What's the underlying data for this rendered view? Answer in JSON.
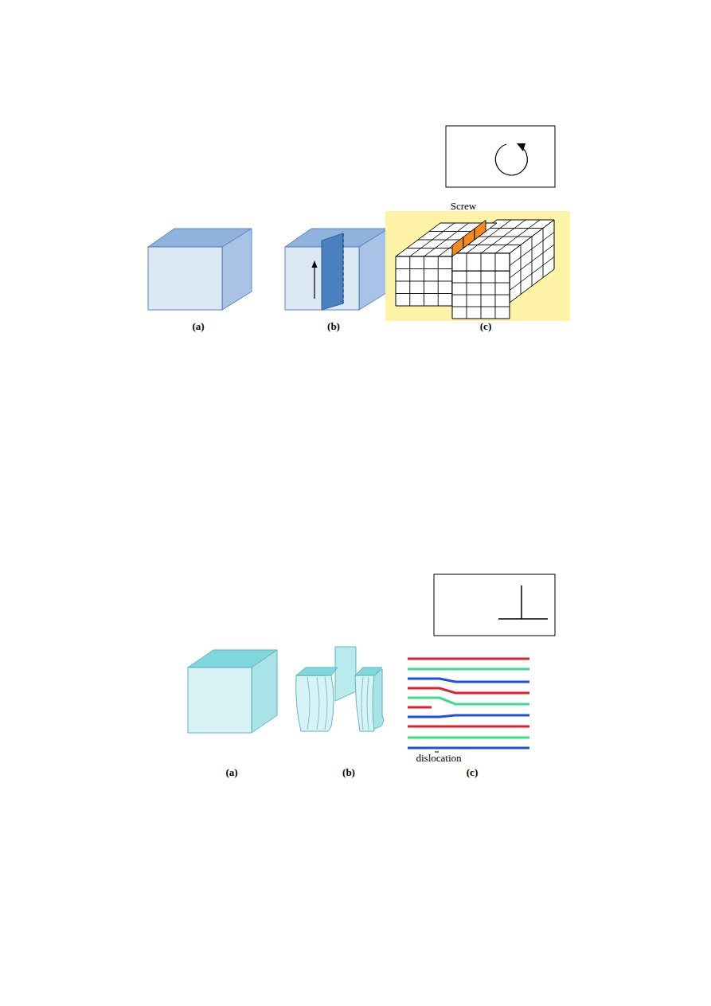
{
  "diagram": {
    "labels": [
      "Screw",
      "(a)",
      "(b)",
      "(c)",
      "dislocation",
      "(a)",
      "(b)",
      "(c)"
    ]
  }
}
